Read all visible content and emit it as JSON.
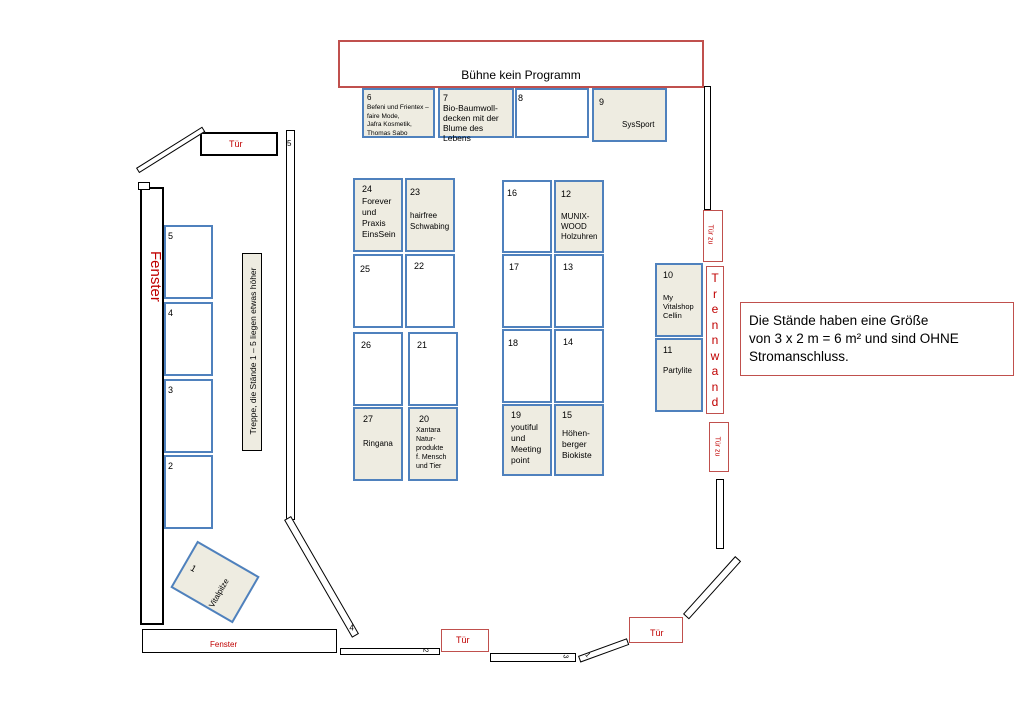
{
  "stage": {
    "label": "Bühne kein Programm"
  },
  "info": {
    "text": "Die Stände haben eine Größe\nvon 3 x 2 m = 6 m² und sind OHNE\nStromanschluss."
  },
  "windows": {
    "left": "Fenster",
    "bottom": "Fenster"
  },
  "doors": {
    "top_left": "Tür",
    "bottom_mid": "Tür",
    "bottom_right": "Tür",
    "right_upper": "Tür zu",
    "right_lower": "Tür zu"
  },
  "partition": {
    "letters": [
      "T",
      "r",
      "e",
      "n",
      "n",
      "w",
      "a",
      "n",
      "d"
    ]
  },
  "stairs": {
    "text": "Treppe, die Stände 1 – 5 liegen etwas höher"
  },
  "wall_numbers": {
    "w5": "5",
    "w4": "4",
    "w2": "2",
    "w3": "3",
    "w1": "1"
  },
  "stalls": [
    {
      "number": "1",
      "label": "Vitalpilze"
    },
    {
      "number": "2",
      "label": ""
    },
    {
      "number": "3",
      "label": ""
    },
    {
      "number": "4",
      "label": ""
    },
    {
      "number": "5",
      "label": ""
    },
    {
      "number": "6",
      "label": "Befeni und Frientex –\nfaire Mode,\nJafra Kosmetik,\nThomas Sabo"
    },
    {
      "number": "7",
      "label": "Bio-Baumwoll-\ndecken mit der\nBlume des Lebens"
    },
    {
      "number": "8",
      "label": ""
    },
    {
      "number": "9",
      "label": "SysSport"
    },
    {
      "number": "10",
      "label": "My\nVitalshop\nCellin"
    },
    {
      "number": "11",
      "label": "Partylite"
    },
    {
      "number": "12",
      "label": "MUNIX-\nWOOD\nHolzuhren"
    },
    {
      "number": "13",
      "label": ""
    },
    {
      "number": "14",
      "label": ""
    },
    {
      "number": "15",
      "label": "Höhen-\nberger\nBiokiste"
    },
    {
      "number": "16",
      "label": ""
    },
    {
      "number": "17",
      "label": ""
    },
    {
      "number": "18",
      "label": ""
    },
    {
      "number": "19",
      "label": "youtiful\nund\nMeeting\npoint"
    },
    {
      "number": "20",
      "label": "Xantara\nNatur-\nprodukte\nf. Mensch\nund Tier"
    },
    {
      "number": "21",
      "label": ""
    },
    {
      "number": "22",
      "label": ""
    },
    {
      "number": "23",
      "label": "hairfree\nSchwabing"
    },
    {
      "number": "24",
      "label": "Forever\nund\nPraxis\nEinsSein"
    },
    {
      "number": "25",
      "label": ""
    },
    {
      "number": "26",
      "label": ""
    },
    {
      "number": "27",
      "label": "Ringana"
    }
  ]
}
